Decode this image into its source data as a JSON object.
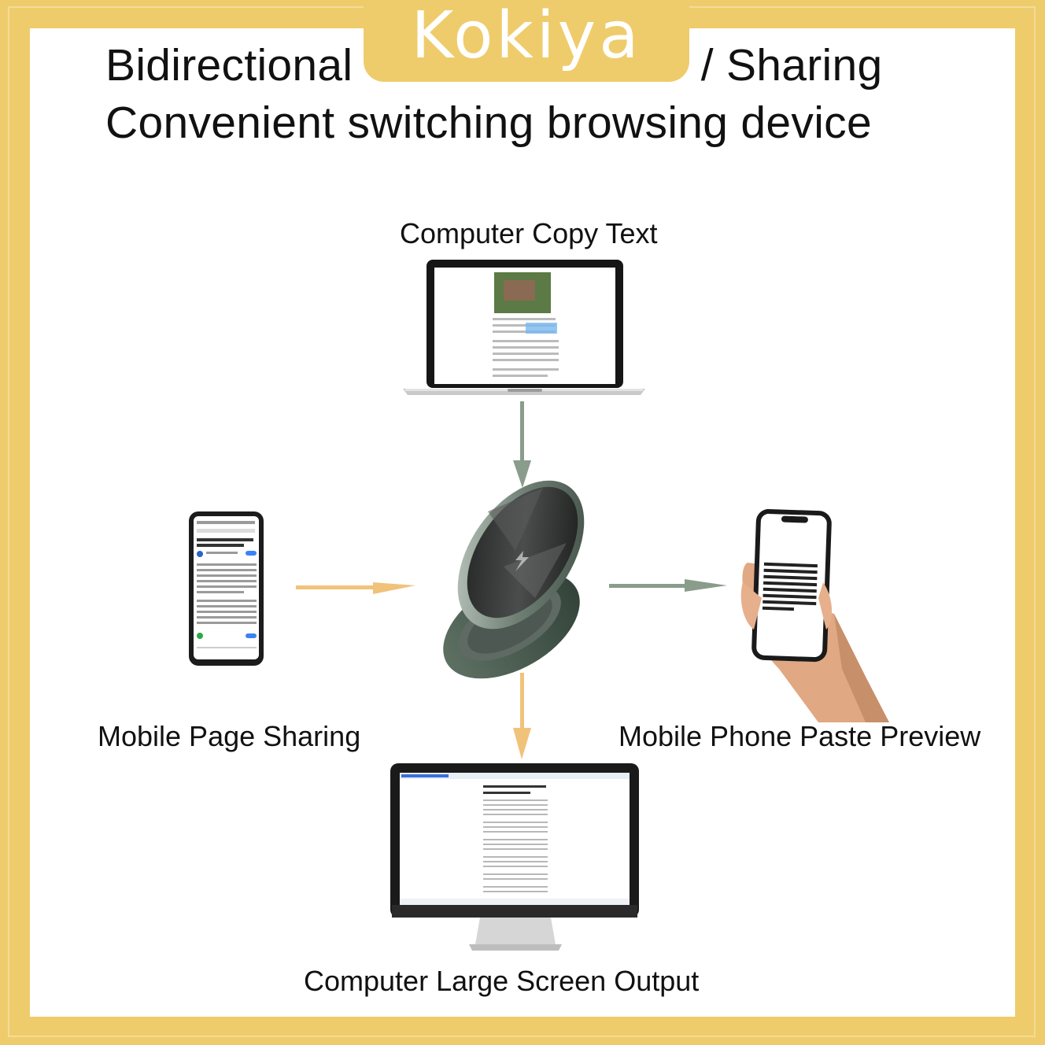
{
  "brand": {
    "watermark": "Kokiya"
  },
  "headline": {
    "line1": "Bidirectional",
    "line1_end": "/ Sharing",
    "line2": "Convenient switching browsing device"
  },
  "nodes": {
    "top": "Computer Copy Text",
    "left": "Mobile Page Sharing",
    "right": "Mobile Phone Paste Preview",
    "bottom": "Computer Large Screen Output"
  },
  "colors": {
    "frame": "#efcc6b",
    "arrow_green": "#8a9c8c",
    "arrow_orange": "#f0c27a",
    "hub_green": "#4c5e54"
  },
  "icons": [
    "laptop-icon",
    "smartphone-icon",
    "hand-phone-icon",
    "monitor-icon",
    "wireless-charger-icon"
  ]
}
